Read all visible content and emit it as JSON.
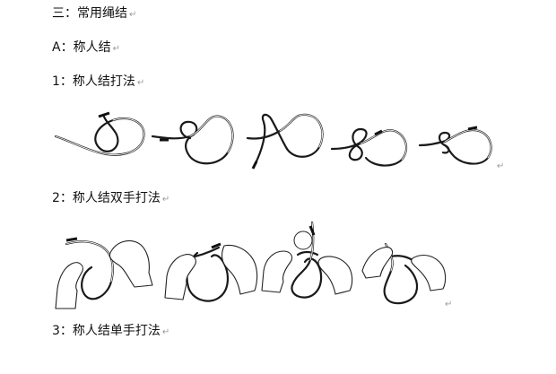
{
  "heading": {
    "text": "三：常用绳结",
    "mark": "↵"
  },
  "section_a": {
    "text": "A：称人结",
    "mark": "↵"
  },
  "step1": {
    "text": "1：称人结打法",
    "mark": "↵"
  },
  "step2": {
    "text": "2：称人结双手打法",
    "mark": "↵"
  },
  "step3": {
    "text": "3：称人结单手打法",
    "mark": "↵"
  },
  "row1_end_mark": "↵",
  "row2_end_mark": "↵"
}
